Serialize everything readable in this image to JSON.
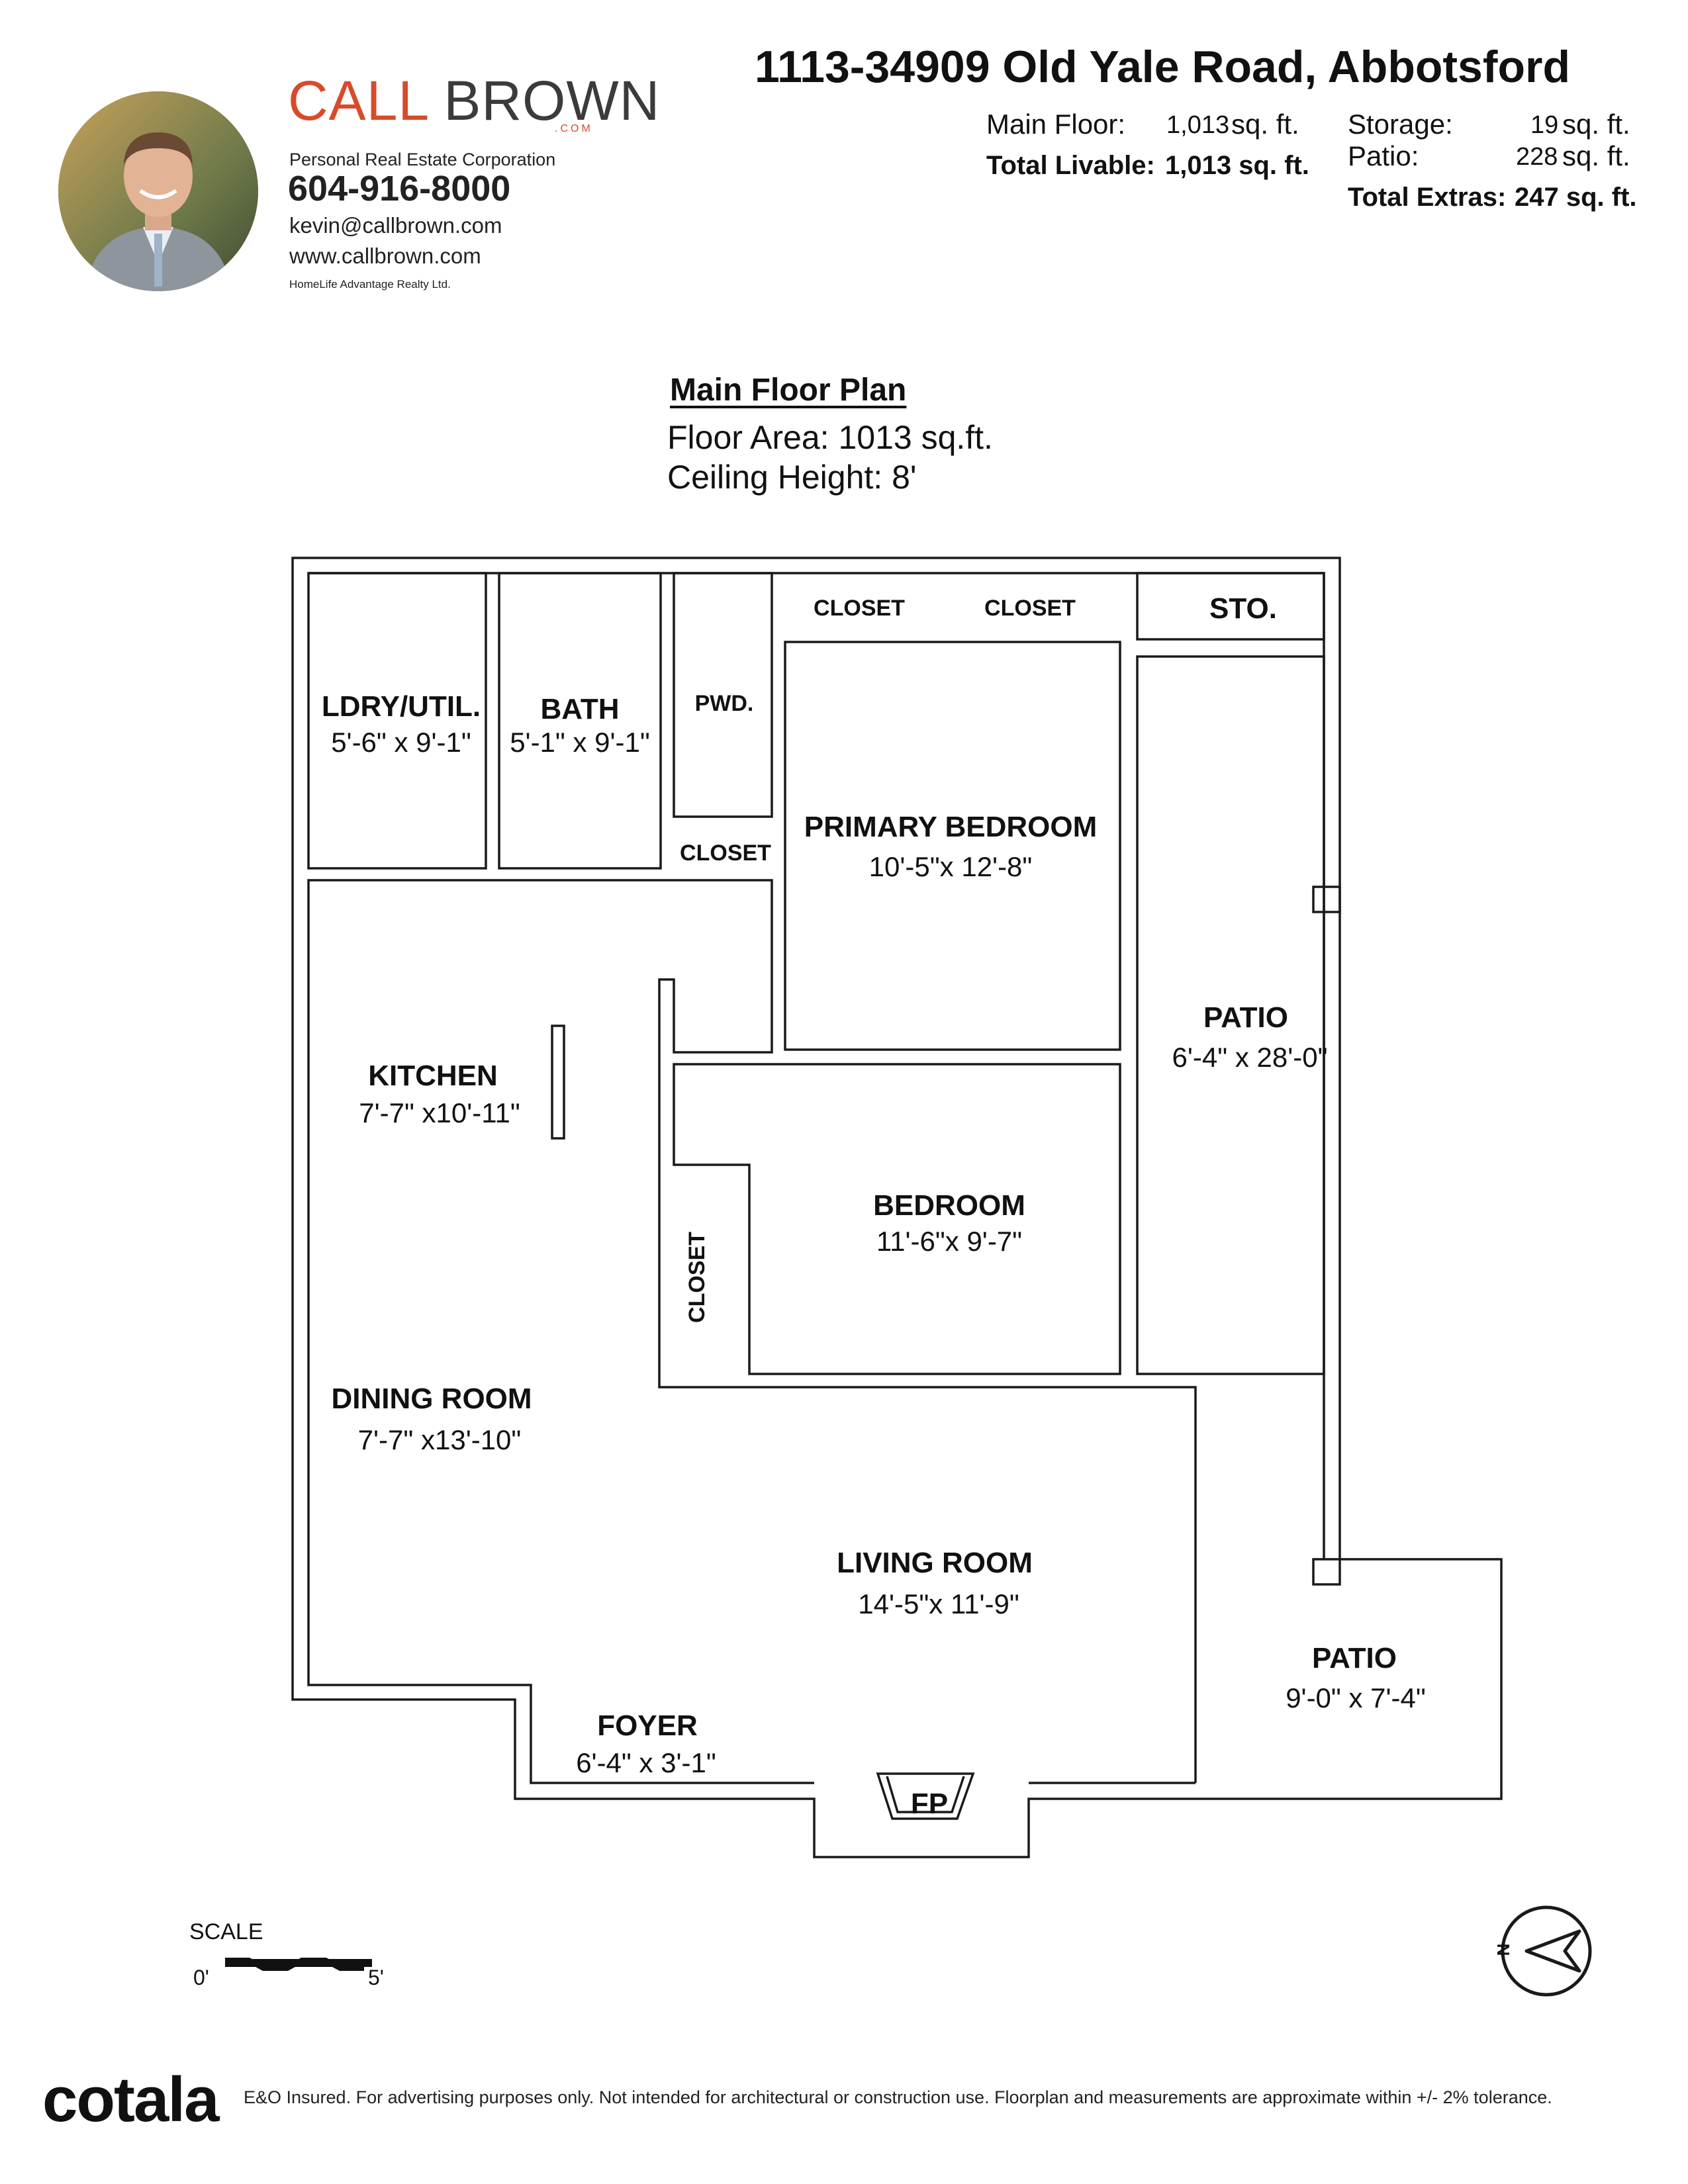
{
  "agent": {
    "brand_call": "CALL",
    "brand_brown": "BROWN",
    "brand_com": ".COM",
    "corporation": "Personal Real Estate Corporation",
    "phone": "604-916-8000",
    "email": "kevin@callbrown.com",
    "website": "www.callbrown.com",
    "brokerage": "HomeLife Advantage Realty Ltd."
  },
  "property": {
    "address": "1113-34909 Old Yale Road, Abbotsford",
    "main_floor_label": "Main Floor:",
    "main_floor_value": "1,013",
    "main_floor_unit": "sq. ft.",
    "total_livable_label": "Total Livable:",
    "total_livable_value": "1,013 sq. ft.",
    "storage_label": "Storage:",
    "storage_value": "19",
    "storage_unit": "sq. ft.",
    "patio_label": "Patio:",
    "patio_value": "228",
    "patio_unit": "sq. ft.",
    "total_extras_label": "Total Extras:",
    "total_extras_value": "247 sq. ft."
  },
  "plan": {
    "title": "Main Floor Plan",
    "floor_area": "Floor Area: 1013 sq.ft.",
    "ceiling_height": "Ceiling Height: 8'"
  },
  "rooms": {
    "laundry": {
      "name": "LDRY/UTIL.",
      "dims": "5'-6\" x 9'-1\""
    },
    "bath": {
      "name": "BATH",
      "dims": "5'-1\" x 9'-1\""
    },
    "powder": {
      "name": "PWD."
    },
    "closet_1": {
      "name": "CLOSET"
    },
    "closet_2": {
      "name": "CLOSET"
    },
    "closet_3": {
      "name": "CLOSET"
    },
    "closet_4": {
      "name": "CLOSET"
    },
    "storage": {
      "name": "STO."
    },
    "primary_bedroom": {
      "name": "PRIMARY BEDROOM",
      "dims": "10'-5\"x 12'-8\""
    },
    "patio_1": {
      "name": "PATIO",
      "dims": "6'-4\" x 28'-0\""
    },
    "kitchen": {
      "name": "KITCHEN",
      "dims": "7'-7\" x10'-11\""
    },
    "bedroom": {
      "name": "BEDROOM",
      "dims": "11'-6\"x 9'-7\""
    },
    "dining_room": {
      "name": "DINING ROOM",
      "dims": "7'-7\" x13'-10\""
    },
    "living_room": {
      "name": "LIVING ROOM",
      "dims": "14'-5\"x 11'-9\""
    },
    "patio_2": {
      "name": "PATIO",
      "dims": "9'-0\" x 7'-4\""
    },
    "foyer": {
      "name": "FOYER",
      "dims": "6'-4\" x 3'-1\""
    },
    "fireplace": {
      "name": "FP"
    }
  },
  "scale": {
    "label": "SCALE",
    "min": "0'",
    "max": "5'"
  },
  "compass": {
    "letter": "N"
  },
  "footer": {
    "logo": "cotala",
    "disclaimer": "E&O Insured. For advertising purposes only. Not intended for architectural or construction use. Floorplan and measurements are approximate within +/- 2% tolerance."
  }
}
